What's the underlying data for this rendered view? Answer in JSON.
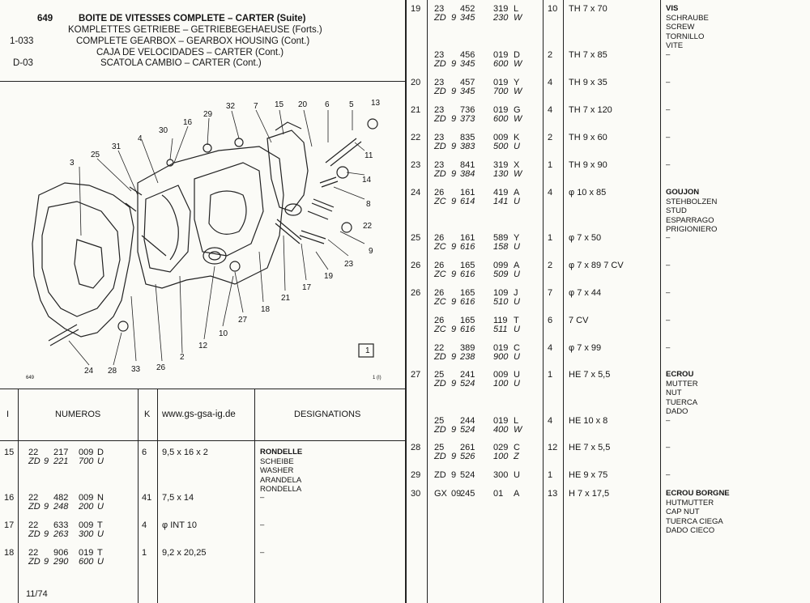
{
  "header": {
    "page_number": "649",
    "code_i": "1-033",
    "code_d": "D-03",
    "titles": [
      "BOITE DE VITESSES COMPLETE – CARTER (Suite)",
      "KOMPLETTES GETRIEBE – GETRIEBEGEHAEUSE (Forts.)",
      "COMPLETE GEARBOX – GEARBOX HOUSING (Cont.)",
      "CAJA DE VELOCIDADES – CARTER (Cont.)",
      "SCATOLA CAMBIO – CARTER (Cont.)"
    ]
  },
  "diagram": {
    "callouts": [
      "1",
      "2",
      "3",
      "4",
      "5",
      "6",
      "7",
      "8",
      "9",
      "10",
      "11",
      "12",
      "13",
      "14",
      "15",
      "16",
      "17",
      "18",
      "19",
      "20",
      "21",
      "22",
      "23",
      "24",
      "25",
      "26",
      "27",
      "28",
      "29",
      "30",
      "31",
      "32",
      "33"
    ],
    "box_label": "1",
    "corner_left": "649",
    "corner_right": "1 (I)"
  },
  "table_header": {
    "col_i": "I",
    "col_numeros": "NUMEROS",
    "col_k": "K",
    "col_web": "www.gs-gsa-ig.de",
    "col_designations": "DESIGNATIONS"
  },
  "left_rows": [
    {
      "ref": "15",
      "n1": "22",
      "n2": "217",
      "n3": "009",
      "n4": "D",
      "z1": "ZD",
      "z2": "9",
      "z3": "221",
      "z4": "700",
      "z5": "U",
      "k": "6",
      "dim": "9,5 x 16 x 2",
      "des": [
        "RONDELLE",
        "SCHEIBE",
        "WASHER",
        "ARANDELA",
        "RONDELLA"
      ]
    },
    {
      "ref": "16",
      "n1": "22",
      "n2": "482",
      "n3": "009",
      "n4": "N",
      "z1": "ZD",
      "z2": "9",
      "z3": "248",
      "z4": "200",
      "z5": "U",
      "k": "41",
      "dim": "7,5 x 14",
      "des": [
        "–"
      ]
    },
    {
      "ref": "17",
      "n1": "22",
      "n2": "633",
      "n3": "009",
      "n4": "T",
      "z1": "ZD",
      "z2": "9",
      "z3": "263",
      "z4": "300",
      "z5": "U",
      "k": "4",
      "dim": "φ INT 10",
      "des": [
        "–"
      ]
    },
    {
      "ref": "18",
      "n1": "22",
      "n2": "906",
      "n3": "019",
      "n4": "T",
      "z1": "ZD",
      "z2": "9",
      "z3": "290",
      "z4": "600",
      "z5": "U",
      "k": "1",
      "dim": "9,2 x 20,25",
      "des": [
        "–"
      ]
    }
  ],
  "footer_date": "11/74",
  "right_rows": [
    {
      "ref": "19",
      "n1": "23",
      "n2": "452",
      "n3": "319",
      "n4": "L",
      "z1": "ZD",
      "z2": "9",
      "z3": "345",
      "z4": "230",
      "z5": "W",
      "k": "10",
      "dim": "TH 7 x 70",
      "des": [
        "VIS",
        "SCHRAUBE",
        "SCREW",
        "TORNILLO",
        "VITE"
      ]
    },
    {
      "ref": "",
      "n1": "23",
      "n2": "456",
      "n3": "019",
      "n4": "D",
      "z1": "ZD",
      "z2": "9",
      "z3": "345",
      "z4": "600",
      "z5": "W",
      "k": "2",
      "dim": "TH 7 x 85",
      "des": [
        "–"
      ]
    },
    {
      "ref": "20",
      "n1": "23",
      "n2": "457",
      "n3": "019",
      "n4": "Y",
      "z1": "ZD",
      "z2": "9",
      "z3": "345",
      "z4": "700",
      "z5": "W",
      "k": "4",
      "dim": "TH 9 x 35",
      "des": [
        "–"
      ]
    },
    {
      "ref": "21",
      "n1": "23",
      "n2": "736",
      "n3": "019",
      "n4": "G",
      "z1": "ZD",
      "z2": "9",
      "z3": "373",
      "z4": "600",
      "z5": "W",
      "k": "4",
      "dim": "TH 7 x 120",
      "des": [
        "–"
      ]
    },
    {
      "ref": "22",
      "n1": "23",
      "n2": "835",
      "n3": "009",
      "n4": "K",
      "z1": "ZD",
      "z2": "9",
      "z3": "383",
      "z4": "500",
      "z5": "U",
      "k": "2",
      "dim": "TH 9 x 60",
      "des": [
        "–"
      ]
    },
    {
      "ref": "23",
      "n1": "23",
      "n2": "841",
      "n3": "319",
      "n4": "X",
      "z1": "ZD",
      "z2": "9",
      "z3": "384",
      "z4": "130",
      "z5": "W",
      "k": "1",
      "dim": "TH 9 x 90",
      "des": [
        "–"
      ]
    },
    {
      "ref": "24",
      "n1": "26",
      "n2": "161",
      "n3": "419",
      "n4": "A",
      "z1": "ZC",
      "z2": "9",
      "z3": "614",
      "z4": "141",
      "z5": "U",
      "k": "4",
      "dim": "φ 10 x 85",
      "des": [
        "GOUJON",
        "STEHBOLZEN",
        "STUD",
        "ESPARRAGO",
        "PRIGIONIERO"
      ]
    },
    {
      "ref": "25",
      "n1": "26",
      "n2": "161",
      "n3": "589",
      "n4": "Y",
      "z1": "ZC",
      "z2": "9",
      "z3": "616",
      "z4": "158",
      "z5": "U",
      "k": "1",
      "dim": "φ 7 x 50",
      "des": [
        "–"
      ]
    },
    {
      "ref": "26",
      "n1": "26",
      "n2": "165",
      "n3": "099",
      "n4": "A",
      "z1": "ZC",
      "z2": "9",
      "z3": "616",
      "z4": "509",
      "z5": "U",
      "k": "2",
      "dim": "φ 7 x 89  7 CV",
      "des": [
        "–"
      ]
    },
    {
      "ref": "26",
      "n1": "26",
      "n2": "165",
      "n3": "109",
      "n4": "J",
      "z1": "ZC",
      "z2": "9",
      "z3": "616",
      "z4": "510",
      "z5": "U",
      "k": "7",
      "dim": "φ 7 x 44",
      "des": [
        "–"
      ]
    },
    {
      "ref": "",
      "n1": "26",
      "n2": "165",
      "n3": "119",
      "n4": "T",
      "z1": "ZC",
      "z2": "9",
      "z3": "616",
      "z4": "511",
      "z5": "U",
      "k": "6",
      "dim": "7 CV",
      "des": [
        "–"
      ]
    },
    {
      "ref": "",
      "n1": "22",
      "n2": "389",
      "n3": "019",
      "n4": "C",
      "z1": "ZD",
      "z2": "9",
      "z3": "238",
      "z4": "900",
      "z5": "U",
      "k": "4",
      "dim": "φ 7 x 99",
      "des": [
        "–"
      ]
    },
    {
      "ref": "27",
      "n1": "25",
      "n2": "241",
      "n3": "009",
      "n4": "U",
      "z1": "ZD",
      "z2": "9",
      "z3": "524",
      "z4": "100",
      "z5": "U",
      "k": "1",
      "dim": "HE 7 x 5,5",
      "des": [
        "ECROU",
        "MUTTER",
        "NUT",
        "TUERCA",
        "DADO"
      ]
    },
    {
      "ref": "",
      "n1": "25",
      "n2": "244",
      "n3": "019",
      "n4": "L",
      "z1": "ZD",
      "z2": "9",
      "z3": "524",
      "z4": "400",
      "z5": "W",
      "k": "4",
      "dim": "HE 10 x 8",
      "des": [
        "–"
      ]
    },
    {
      "ref": "28",
      "n1": "25",
      "n2": "261",
      "n3": "029",
      "n4": "C",
      "z1": "ZD",
      "z2": "9",
      "z3": "526",
      "z4": "100",
      "z5": "Z",
      "k": "12",
      "dim": "HE 7 x 5,5",
      "des": [
        "–"
      ]
    },
    {
      "ref": "29",
      "n1": "ZD",
      "n2": "9",
      "n3": "524",
      "n4": "300",
      "n5": "U",
      "single": true,
      "k": "1",
      "dim": "HE 9 x 75",
      "des": [
        "–"
      ]
    },
    {
      "ref": "30",
      "n1": "GX",
      "n2": "09",
      "n3": "245",
      "n4": "01",
      "n5": "A",
      "single": true,
      "k": "13",
      "dim": "H 7 x 17,5",
      "des": [
        "ECROU BORGNE",
        "HUTMUTTER",
        "CAP NUT",
        "TUERCA CIEGA",
        "DADO CIECO"
      ]
    }
  ]
}
